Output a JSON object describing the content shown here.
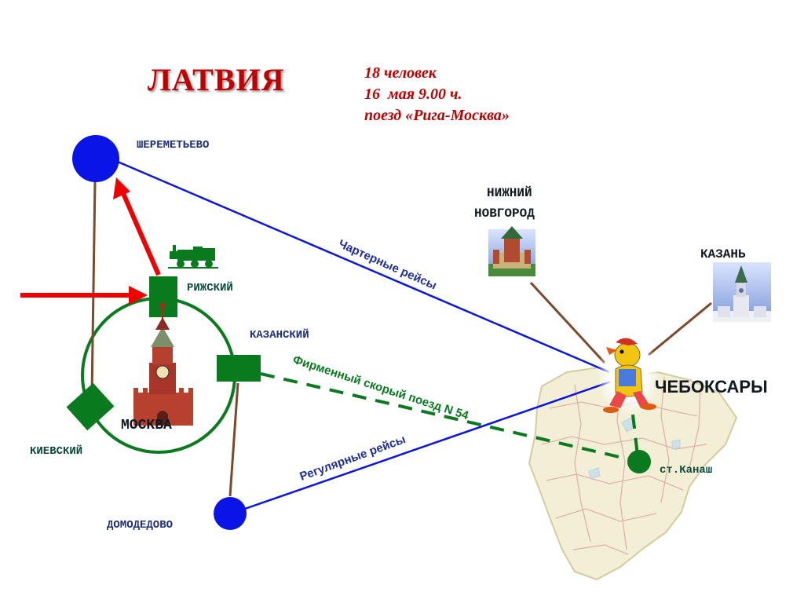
{
  "title": "ЛАТВИЯ",
  "info": {
    "line1": "18 человек",
    "line2": "16  мая 9.00 ч.",
    "line3": "поезд «Рига-Москва»"
  },
  "places": {
    "sheremetyevo": "ШЕРЕМЕТЬЕВО",
    "rizhsky": "РИЖСКИЙ",
    "kazansky": "КАЗАНСКИЙ",
    "kievsky": "КИЕВСКИЙ",
    "moskva": "МОСКВА",
    "domodedovo": "ДОМОДЕДОВО",
    "nizhny_line1": "НИЖНИЙ",
    "nizhny_line2": "НОВГОРОД",
    "kazan": "КАЗАНЬ",
    "cheboksary": "ЧЕБОКСАРЫ",
    "kanash": "ст.Канаш"
  },
  "routes": {
    "charter": "Чартерные рейсы",
    "train": "Фирменный скорый поезд N 54",
    "regular": "Регулярные рейсы"
  },
  "colors": {
    "title_red": "#c00000",
    "airport_blue": "#0a14e6",
    "station_green": "#0a7a1e",
    "arrow_red": "#f00000",
    "link_brown": "#7a4a2a",
    "label_navy": "#1e2d78",
    "region_fill": "#f2efd6"
  },
  "icons": {
    "train": "train-icon",
    "kremlin": "kremlin-tower-icon",
    "nizhny": "nizhny-kremlin-icon",
    "kazan": "kazan-tower-icon",
    "mascot": "duck-mascot-icon"
  }
}
